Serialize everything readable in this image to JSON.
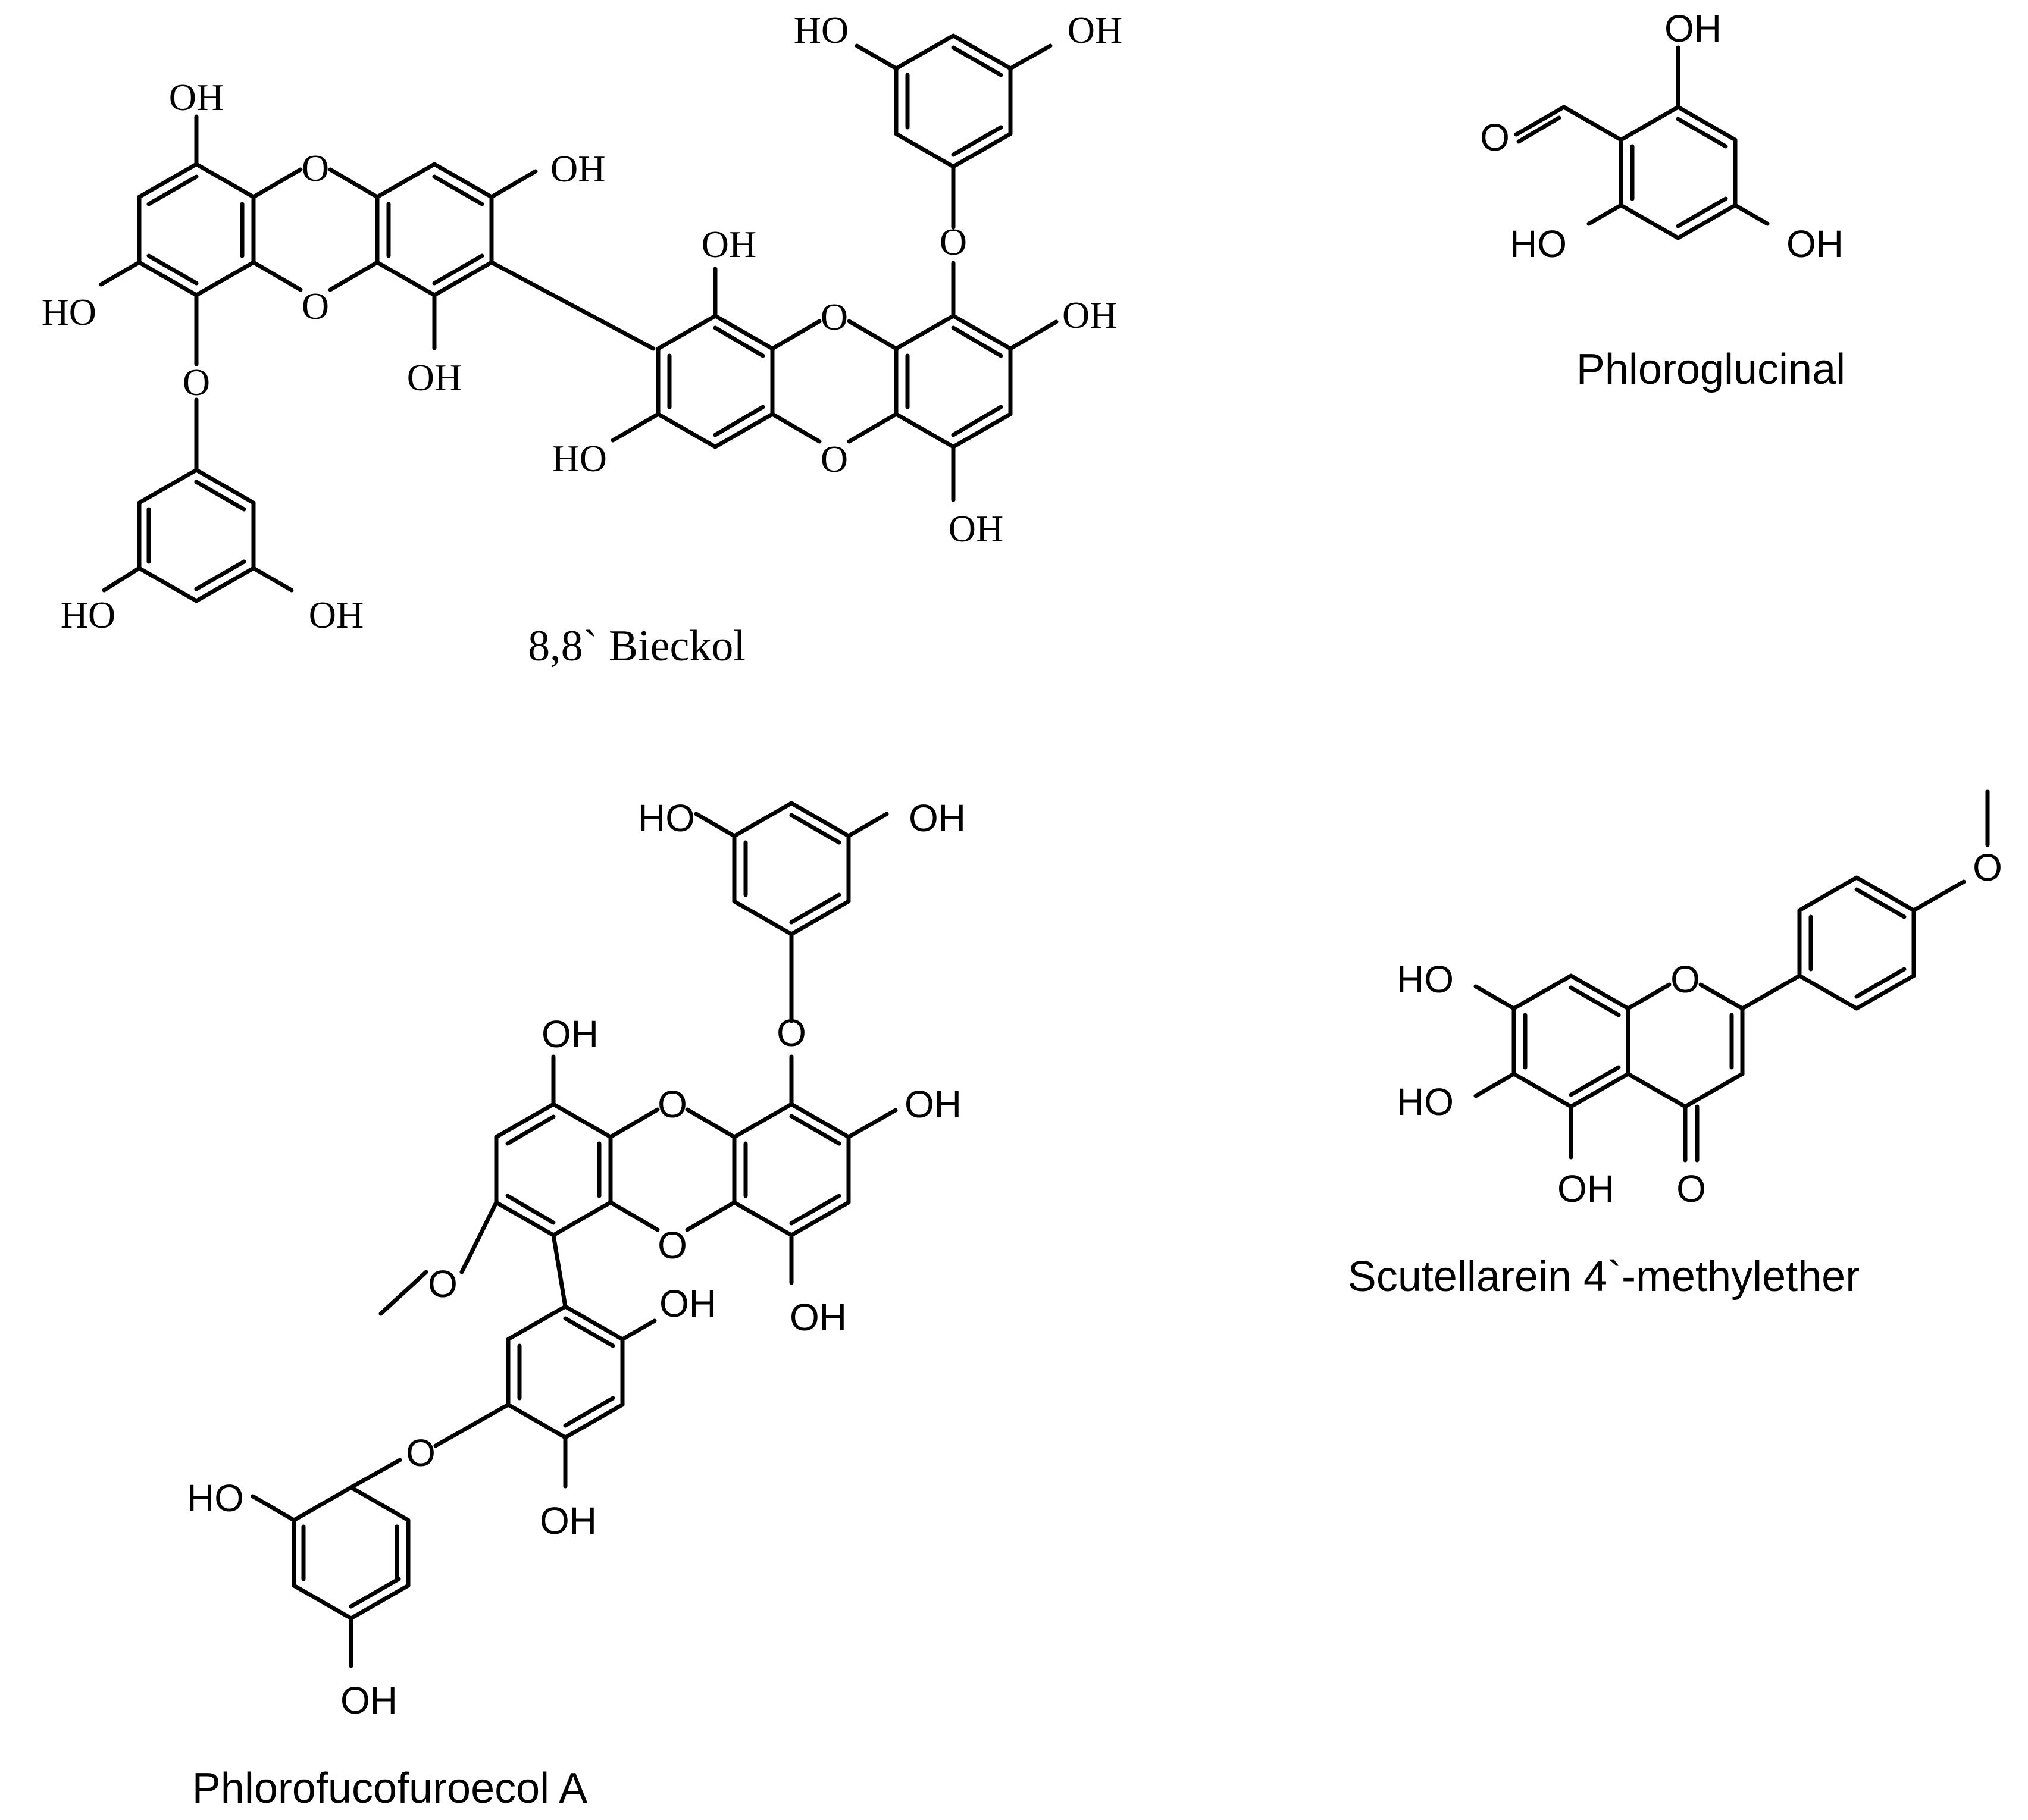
{
  "compounds": {
    "bieckol": {
      "name": "8,8` Bieckol"
    },
    "phloroglucinal": {
      "name": "Phloroglucinal"
    },
    "phlorofucofuroecol": {
      "name": "Phlorofucofuroecol A"
    },
    "scutellarein": {
      "name": "Scutellarein 4`-methylether"
    }
  },
  "atoms": {
    "hydroxyl_left": "HO",
    "hydroxyl_right": "OH",
    "oxygen": "O"
  }
}
